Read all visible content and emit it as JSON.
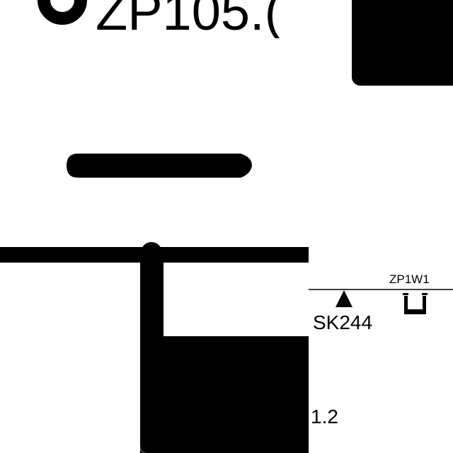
{
  "left_panel": {
    "title_partial": "ZP105.("
  },
  "right_panel": {
    "top_label": "ZP1W1",
    "marker_label": "SK244",
    "value_label": "1.2"
  },
  "colors": {
    "ink": "#000000",
    "background": "#ffffff"
  }
}
